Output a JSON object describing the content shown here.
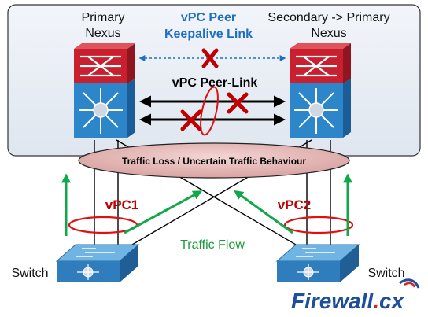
{
  "labels": {
    "primary_line1": "Primary",
    "primary_line2": "Nexus",
    "secondary_line1": "Secondary -> Primary",
    "secondary_line2": "Nexus",
    "keepalive_line1": "vPC Peer",
    "keepalive_line2": "Keepalive Link",
    "peer_link": "vPC  Peer-Link",
    "traffic_loss": "Traffic Loss / Uncertain Traffic Behaviour",
    "vpc1": "vPC1",
    "vpc2": "vPC2",
    "traffic_flow": "Traffic Flow",
    "switch_left": "Switch",
    "switch_right": "Switch",
    "logo_fire": "Firewall",
    "logo_dot": ".",
    "logo_cx": "cx"
  },
  "colors": {
    "keepalive_text": "#1f6fc0",
    "vpc_text": "#c00000",
    "traffic_flow_text": "#1a9a3a",
    "fail_mark": "#c00000",
    "flow_arrow": "#11a84a",
    "ellipse_fill": "#e6b8b7",
    "switch_top": "#5aa6dc",
    "switch_side": "#2f7dbd",
    "nexus_red": "#c8202f",
    "nexus_blue": "#2c86c9",
    "logo_blue": "#1f4f9c",
    "logo_red": "#d9261c"
  },
  "icons": {
    "primary_nexus": "nexus-switch-icon",
    "secondary_nexus": "nexus-switch-icon",
    "left_switch": "access-switch-icon",
    "right_switch": "access-switch-icon",
    "failure_mark": "x-mark-icon"
  }
}
